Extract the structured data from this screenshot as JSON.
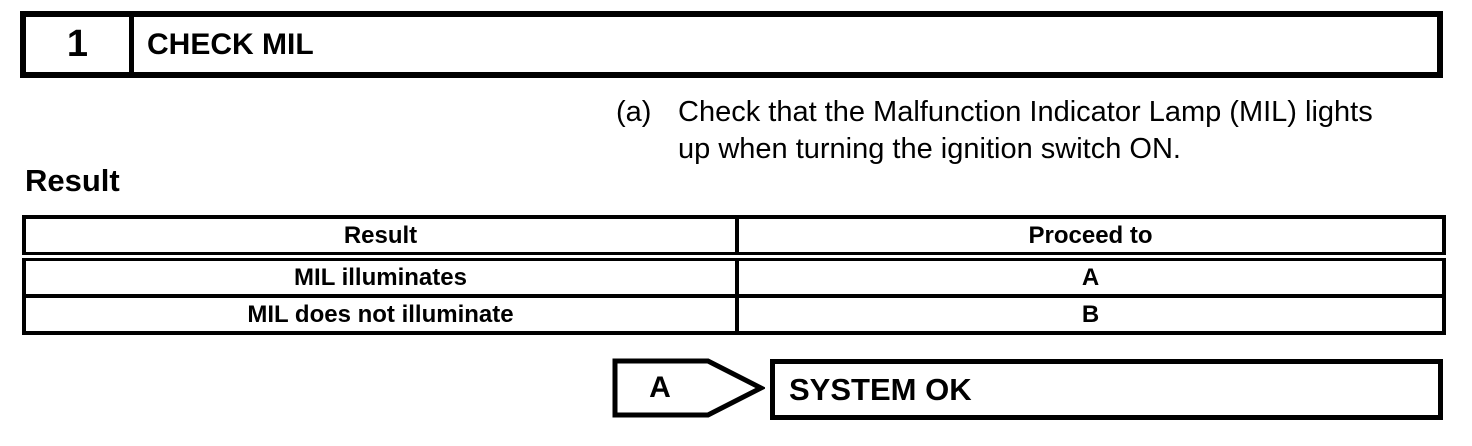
{
  "colors": {
    "ink": "#000000",
    "paper": "#ffffff"
  },
  "step_header": {
    "number": "1",
    "title": "CHECK MIL"
  },
  "instruction": {
    "marker": "(a)",
    "text": "Check that the Malfunction Indicator Lamp (MIL) lights up when turning the ignition switch ON.",
    "lines": [
      "Check that the Malfunction Indicator Lamp (MIL) lights",
      "up when turning the ignition switch ON."
    ]
  },
  "result_section": {
    "heading": "Result",
    "table": {
      "columns": [
        "Result",
        "Proceed to"
      ],
      "rows": [
        {
          "result": "MIL illuminates",
          "proceed_to": "A"
        },
        {
          "result": "MIL does not illuminate",
          "proceed_to": "B"
        }
      ]
    }
  },
  "outcome": {
    "branch_label": "A",
    "action": "SYSTEM OK"
  }
}
